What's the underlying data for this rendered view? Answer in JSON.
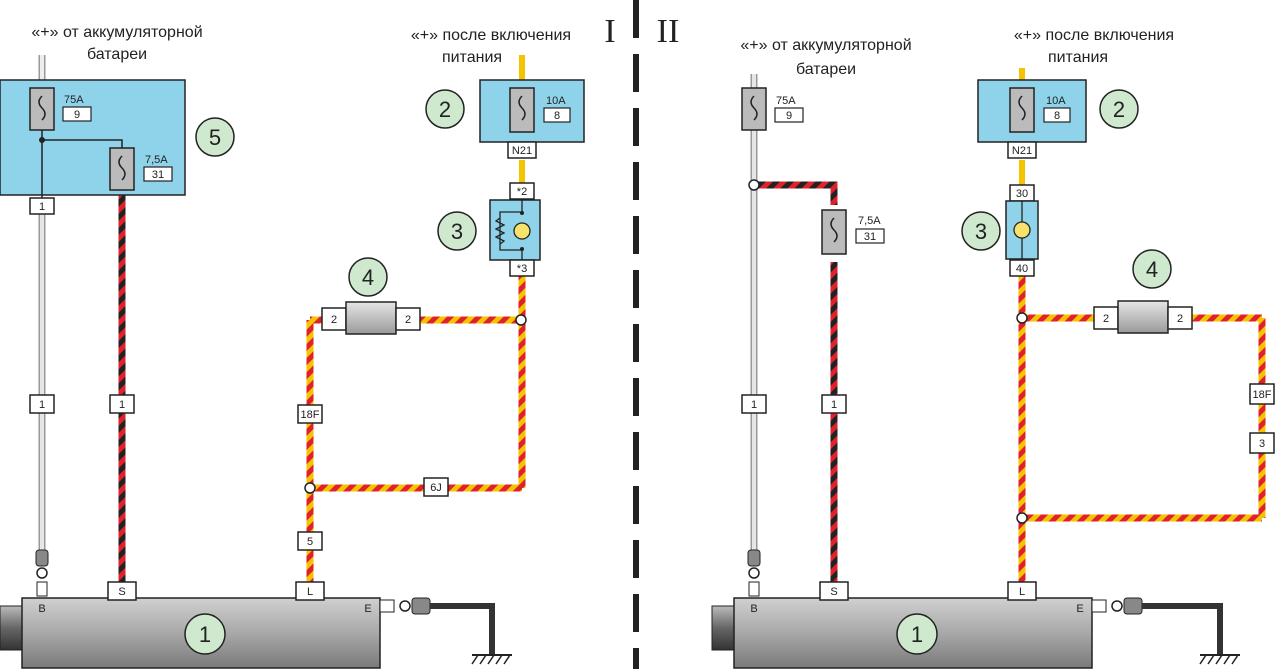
{
  "sections": {
    "left": "I",
    "right": "II"
  },
  "left": {
    "battery_plus_label": [
      "«+» от аккумуляторной",
      "батареи"
    ],
    "ignition_plus_label": [
      "«+» после включения",
      "питания"
    ],
    "fuse_75": {
      "rating": "75A",
      "number": "9"
    },
    "fuse_75b": {
      "rating": "7,5A",
      "number": "31"
    },
    "fuse_10": {
      "rating": "10A",
      "number": "8"
    },
    "connectors": {
      "box5_out": "1",
      "n21": "N21",
      "lamp_top": "*2",
      "lamp_bottom": "*3",
      "plug4_left": "2",
      "plug4_right": "2",
      "c18f": "18F",
      "c1a": "1",
      "c1b": "1",
      "c6j": "6J",
      "c5": "5",
      "gen_s": "S",
      "gen_l": "L",
      "gen_b": "B",
      "gen_e": "E"
    },
    "callouts": {
      "generator": "1",
      "relay_box": "2",
      "lamp": "3",
      "resistor": "4",
      "fuse_box": "5"
    }
  },
  "right": {
    "battery_plus_label": [
      "«+» от аккумуляторной",
      "батареи"
    ],
    "ignition_plus_label": [
      "«+» после включения",
      "питания"
    ],
    "fuse_75": {
      "rating": "75A",
      "number": "9"
    },
    "fuse_75b": {
      "rating": "7,5A",
      "number": "31"
    },
    "fuse_10": {
      "rating": "10A",
      "number": "8"
    },
    "connectors": {
      "n21": "N21",
      "lamp_top": "30",
      "lamp_bottom": "40",
      "plug4_left": "2",
      "plug4_right": "2",
      "c18f": "18F",
      "c3": "3",
      "c1a": "1",
      "c1b": "1",
      "gen_s": "S",
      "gen_l": "L",
      "gen_b": "B",
      "gen_e": "E"
    },
    "callouts": {
      "generator": "1",
      "relay_box": "2",
      "lamp": "3",
      "resistor": "4"
    }
  },
  "colors": {
    "box_fill": "#8fd3ea",
    "callout_fill": "#cfe9cf",
    "wire_red": "#e0202a",
    "wire_yellow": "#f5c400",
    "wire_black": "#222222",
    "wire_gray": "#c8c8c8",
    "generator_fill": "#a9a9a9"
  }
}
